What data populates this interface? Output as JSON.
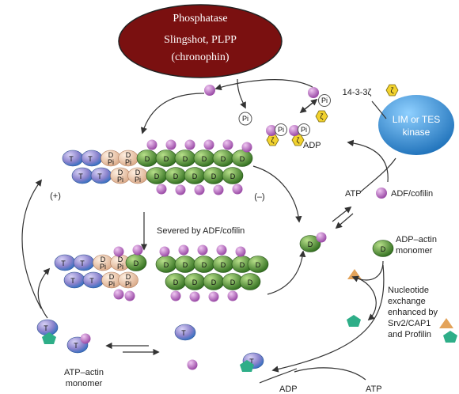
{
  "phosphatase": {
    "title": "Phosphatase",
    "line2": "Slingshot, PLPP",
    "line3": "(chronophin)"
  },
  "kinase": {
    "line1": "LIM or TES",
    "line2": "kinase"
  },
  "labels": {
    "protein_14_3_3": "14-3-3ζ",
    "pi": "Pi",
    "adp": "ADP",
    "atp": "ATP",
    "adf_cofilin": "ADF/cofilin",
    "severed": "Severed by ADF/cofilin",
    "plus_end": "(+)",
    "minus_end": "(–)",
    "adp_actin_1": "ADP–actin",
    "adp_actin_2": "monomer",
    "atp_actin_1": "ATP–actin",
    "atp_actin_2": "monomer",
    "nucleotide_1": "Nucleotide",
    "nucleotide_2": "exchange",
    "nucleotide_3": "enhanced by",
    "nucleotide_4": "Srv2/CAP1",
    "nucleotide_5": "and Profilin"
  },
  "subunit_letters": {
    "t": "T",
    "d": "D",
    "dp_top": "D",
    "dp_bottom": "Pi",
    "zeta": "ζ"
  },
  "colors": {
    "phosphatase_fill": "#7a1010",
    "kinase_fill": "#2f8ed8",
    "atp_actin": "#9a8fd0",
    "atp_actin_dark": "#2f6fc0",
    "adp_pi_actin": "#ecc8ae",
    "adp_actin": "#5f9a3a",
    "adp_actin_dark": "#2d6b1c",
    "cofilin": "#b564bd",
    "protein_14_3_3": "#f2d22e",
    "srv2_cap1": "#e3a35a",
    "profilin": "#2eae88"
  }
}
